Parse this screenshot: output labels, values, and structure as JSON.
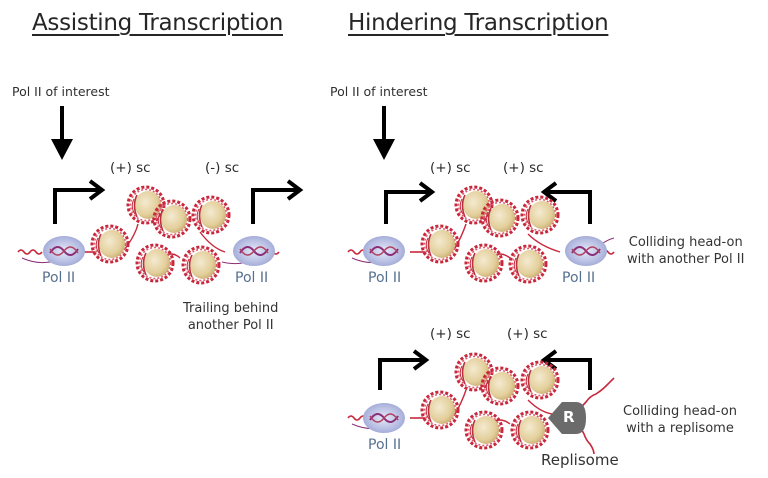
{
  "panels": {
    "assisting": {
      "title": "Assisting Transcription",
      "pointer_label": "Pol II of interest",
      "sc_labels": [
        "(+) sc",
        "(-) sc"
      ],
      "polymerases": [
        "Pol II",
        "Pol II"
      ],
      "caption_line1": "Trailing behind",
      "caption_line2": "another Pol II"
    },
    "hindering": {
      "title": "Hindering Transcription",
      "pointer_label": "Pol II of interest",
      "scenario_pol": {
        "sc_labels": [
          "(+) sc",
          "(+) sc"
        ],
        "polymerases": [
          "Pol II",
          "Pol II"
        ],
        "caption_line1": "Colliding head-on",
        "caption_line2": "with another Pol II"
      },
      "scenario_replisome": {
        "sc_labels": [
          "(+) sc",
          "(+) sc"
        ],
        "polymerases": [
          "Pol II"
        ],
        "replisome_badge": "R",
        "replisome_label": "Replisome",
        "caption_line1": "Colliding head-on",
        "caption_line2": "with a replisome"
      }
    }
  },
  "colors": {
    "dna": "#c8283c",
    "nucleosome": "#e6d3a3",
    "polymerase": "#b8bfe0",
    "polymerase_label": "#56708f",
    "arrow": "#000000",
    "replisome": "#6b6b6b"
  }
}
